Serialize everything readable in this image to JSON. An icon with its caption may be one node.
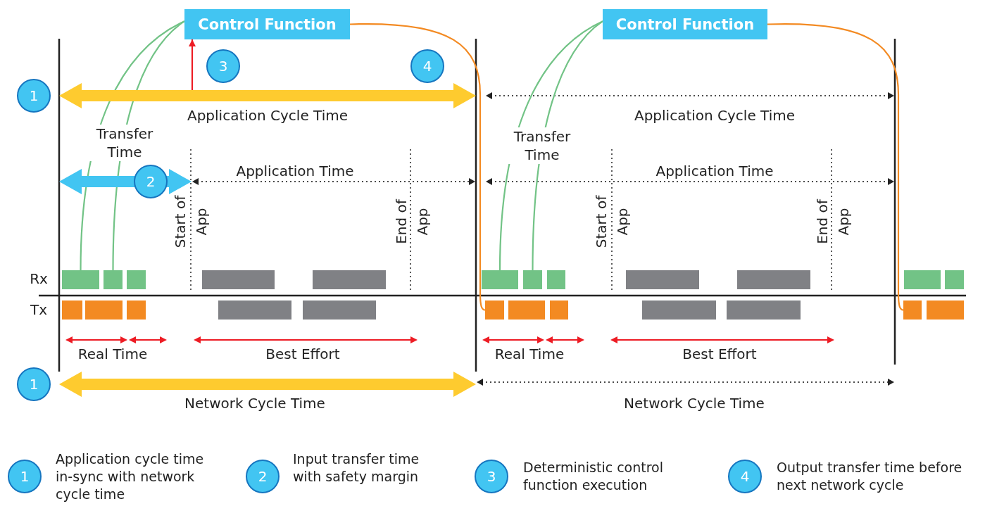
{
  "diagram": {
    "nodes": [
      {
        "text": [
          "Control Function"
        ]
      },
      {
        "text": [
          "Control Function"
        ]
      },
      {
        "text": [
          "3"
        ]
      },
      {
        "text": [
          "4"
        ]
      },
      {
        "text": [
          "1"
        ]
      },
      {
        "text": [
          "2"
        ]
      },
      {
        "text": [],
        "shape": "bar"
      },
      {
        "text": [],
        "shape": "bar"
      },
      {
        "text": [],
        "shape": "bar"
      },
      {
        "text": [],
        "shape": "bar"
      },
      {
        "text": [],
        "shape": "bar"
      },
      {
        "text": [],
        "shape": "bar"
      },
      {
        "text": [],
        "shape": "bar"
      },
      {
        "text": [],
        "shape": "bar"
      },
      {
        "text": [],
        "shape": "bar"
      },
      {
        "text": [],
        "shape": "bar"
      },
      {
        "text": [],
        "shape": "bar"
      },
      {
        "text": [],
        "shape": "bar"
      },
      {
        "text": [],
        "shape": "bar"
      },
      {
        "text": [],
        "shape": "bar"
      },
      {
        "text": [],
        "shape": "bar"
      },
      {
        "text": [],
        "shape": "bar"
      },
      {
        "text": [],
        "shape": "bar"
      },
      {
        "text": [],
        "shape": "bar"
      },
      {
        "text": [],
        "shape": "bar"
      },
      {
        "text": [],
        "shape": "bar"
      },
      {
        "text": [],
        "shape": "bar"
      },
      {
        "text": [],
        "shape": "bar"
      },
      {
        "text": [],
        "shape": "bar"
      },
      {
        "text": [],
        "shape": "bar"
      },
      {
        "text": [
          "1"
        ]
      },
      {
        "text": [
          "1"
        ],
        "beside": [
          "Application cycle time in-sync with network cycle time"
        ]
      },
      {
        "text": [
          "2"
        ],
        "beside": [
          "Input transfer time with safety margin"
        ]
      },
      {
        "text": [
          "3"
        ],
        "beside": [
          "Deterministic control function execution"
        ]
      },
      {
        "text": [
          "4"
        ],
        "beside": [
          "Output transfer time before next network cycle"
        ]
      },
      {
        "text": [],
        "shape": "arrow",
        "beside": [
          "Application Cycle Time"
        ]
      },
      {
        "text": [],
        "shape": "arrow"
      },
      {
        "text": [],
        "shape": "arrow",
        "beside": [
          "Network Cycle Time"
        ]
      }
    ],
    "edges": [
      {
        "from": 0,
        "to": 6,
        "arrow": "none",
        "color": "#72c386"
      },
      {
        "from": 0,
        "to": 7,
        "arrow": "none",
        "color": "#72c386"
      },
      {
        "from": 1,
        "to": 11,
        "arrow": "none",
        "color": "#72c386"
      },
      {
        "from": 1,
        "to": 12,
        "arrow": "none",
        "color": "#72c386"
      },
      {
        "from": 0,
        "to": 23,
        "arrow": "none",
        "color": "#f38a22"
      },
      {
        "from": 1,
        "to": 28,
        "arrow": "none",
        "color": "#f38a22"
      },
      {
        "from": 35,
        "to": 0,
        "arrow": "to",
        "color": "#ed1c24"
      }
    ],
    "labels": [
      "Application Cycle Time",
      "Transfer Time",
      "Transfer Time",
      "Application Time",
      "Application Time",
      "Start of App",
      "End of App",
      "Start of App",
      "End of App",
      "Rx",
      "Tx",
      "Real Time",
      "Best Effort",
      "Real Time",
      "Best Effort",
      "Network Cycle Time"
    ]
  }
}
